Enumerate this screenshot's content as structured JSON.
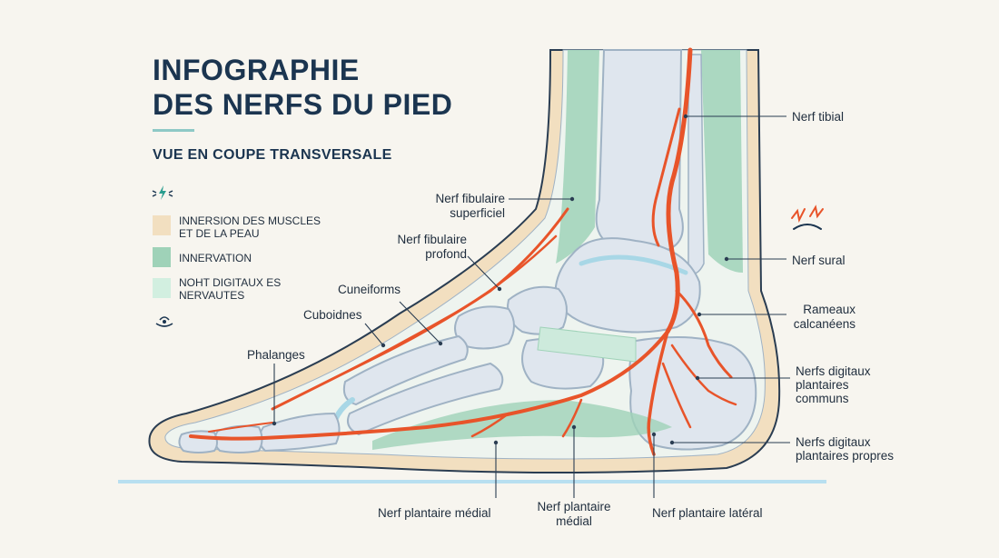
{
  "title": {
    "line1": "INFOGRAPHIE",
    "line2": "DES NERFS DU PIED"
  },
  "subtitle": "VUE EN COUPE TRANSVERSALE",
  "icons": {
    "top": "lightning-nerve-icon",
    "bottom": "foot-cross-section-icon",
    "pain": "pain-spark-icon"
  },
  "legend": [
    {
      "label": "INNERSION DES MUSCLES ET DE LA PEAU",
      "color": "#f2dfc0"
    },
    {
      "label": "INNERVATION",
      "color": "#9fd2b8"
    },
    {
      "label": "NOHT DIGITAUX ES NERVAUTES",
      "color": "#d2efe0"
    }
  ],
  "labels": {
    "nerf_tibial": "Nerf tibial",
    "nerf_fibulaire_superficiel_1": "Nerf fibulaire",
    "nerf_fibulaire_superficiel_2": "superficiel",
    "nerf_fibulaire_profond_1": "Nerf fibulaire",
    "nerf_fibulaire_profond_2": "profond",
    "nerf_sural": "Nerf sural",
    "cuneiforms": "Cuneiforms",
    "cuboidnes": "Cuboidnes",
    "rameaux_1": "Rameaux",
    "rameaux_2": "calcanéens",
    "phalanges": "Phalanges",
    "digitaux_communs_1": "Nerfs digitaux",
    "digitaux_communs_2": "plantaires",
    "digitaux_communs_3": "communs",
    "digitaux_propres_1": "Nerfs digitaux",
    "digitaux_propres_2": "plantaires propres",
    "plantaire_medial_left": "Nerf plantaire médial",
    "plantaire_medial_center_1": "Nerf plantaire",
    "plantaire_medial_center_2": "médial",
    "plantaire_lateral": "Nerf plantaire latéral"
  },
  "colors": {
    "nerve": "#e8542a",
    "bone": "#dfe6ee",
    "bone_outline": "#9fb2c4",
    "skin": "#f2dfc0",
    "muscle": "#9fd2b8",
    "cartilage": "#a8d7e6",
    "outline": "#2a3d52"
  }
}
